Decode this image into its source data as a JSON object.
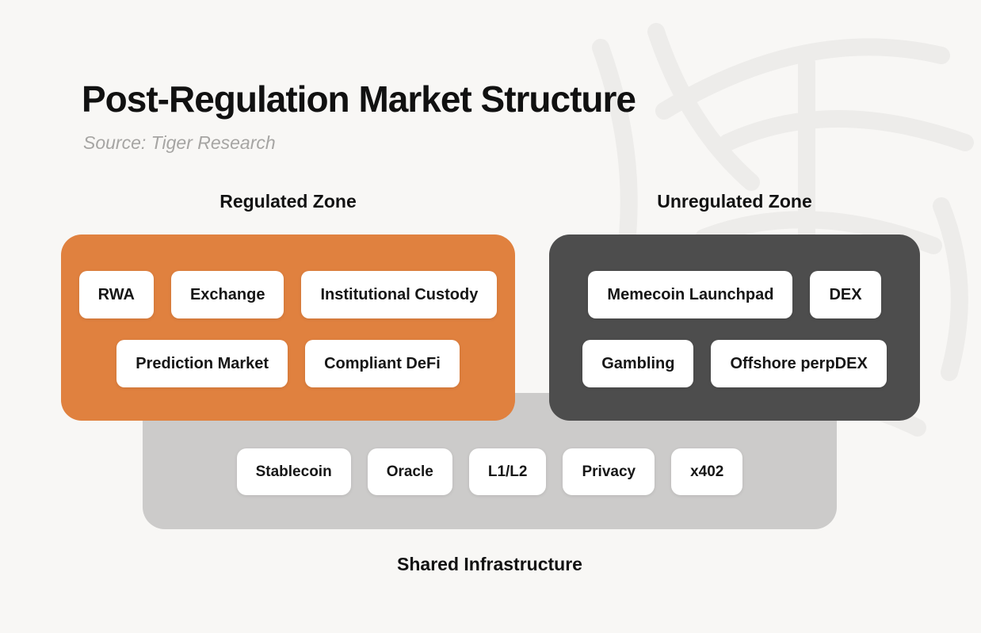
{
  "page": {
    "title": "Post-Regulation Market Structure",
    "source": "Source: Tiger Research"
  },
  "colors": {
    "background": "#F8F7F5",
    "regulated_zone": "#E0813F",
    "unregulated_zone": "#4D4D4D",
    "shared_infrastructure": "#CCCBCA",
    "chip_background": "#FFFFFF",
    "chip_text": "#161616",
    "title_text": "#111111",
    "source_text": "#A6A5A3",
    "watermark": "#EDECEA"
  },
  "zones": {
    "regulated": {
      "label": "Regulated Zone",
      "rows": [
        [
          "RWA",
          "Exchange",
          "Institutional Custody"
        ],
        [
          "Prediction Market",
          "Compliant DeFi"
        ]
      ]
    },
    "unregulated": {
      "label": "Unregulated Zone",
      "rows": [
        [
          "Memecoin Launchpad",
          "DEX"
        ],
        [
          "Gambling",
          "Offshore perpDEX"
        ]
      ]
    },
    "shared": {
      "label": "Shared Infrastructure",
      "items": [
        "Stablecoin",
        "Oracle",
        "L1/L2",
        "Privacy",
        "x402"
      ]
    }
  }
}
